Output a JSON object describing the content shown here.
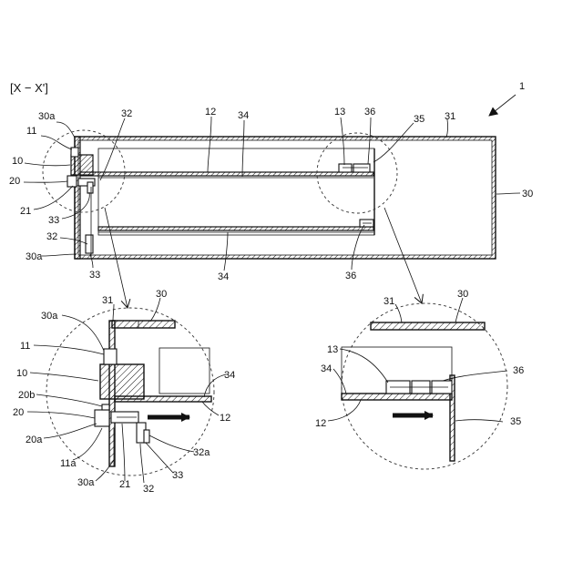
{
  "section_label": "[X − X']",
  "labels": {
    "l1": "1",
    "l31_top": "31",
    "l30_right": "30",
    "l30a_top": "30a",
    "l11_top": "11",
    "l10_top": "10",
    "l20_top": "20",
    "l21_top": "21",
    "l33_top": "33",
    "l32_mid": "32",
    "l30a_bot": "30a",
    "l33_bot": "33",
    "l32_top": "32",
    "l12_top": "12",
    "l34_top": "34",
    "l34_bot": "34",
    "l13_top": "13",
    "l36_top": "36",
    "l35_top": "35",
    "l36_bot": "36",
    "d1_31": "31",
    "d1_30": "30",
    "d1_30a": "30a",
    "d1_11": "11",
    "d1_10": "10",
    "d1_20b": "20b",
    "d1_20": "20",
    "d1_20a": "20a",
    "d1_11a": "11a",
    "d1_30a_b": "30a",
    "d1_21": "21",
    "d1_32": "32",
    "d1_33": "33",
    "d1_32a": "32a",
    "d1_34": "34",
    "d1_12": "12",
    "d2_31": "31",
    "d2_30": "30",
    "d2_13": "13",
    "d2_34": "34",
    "d2_12": "12",
    "d2_36": "36",
    "d2_35": "35"
  }
}
